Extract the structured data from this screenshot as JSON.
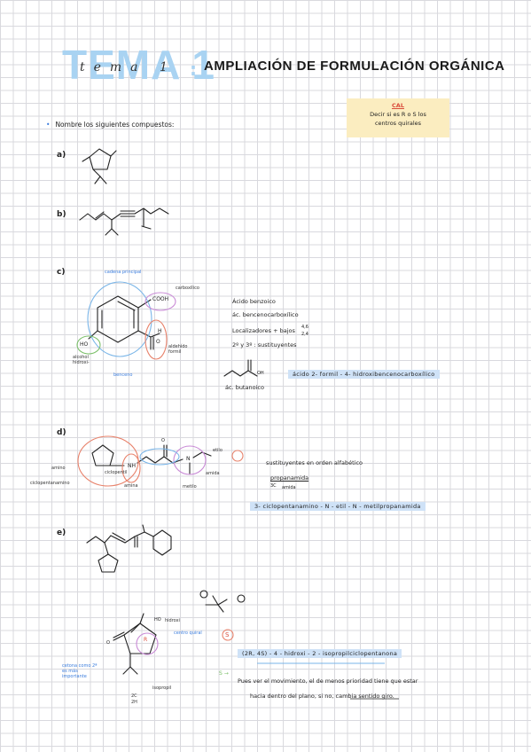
{
  "header": {
    "tema_big": "TEMA 1",
    "tema_small": "tema 1",
    "colon": ":",
    "title": "AMPLIACIÓN DE FORMULACIÓN ORGÁNICA"
  },
  "note": {
    "head": "CAL",
    "line1": "Decir si es  R o S  los",
    "line2": "centros quirales"
  },
  "task": "Nombre los siguientes compuestos:",
  "items": {
    "a": "a)",
    "b": "b)",
    "c": "c)",
    "d": "d)",
    "e": "e)"
  },
  "c": {
    "n1": "Ácido benzoico",
    "n2": "ác. bencenocarboxílico",
    "n3": "Localizadores + bajos",
    "n3a": "4,6",
    "n3b": "2,4",
    "n4": "2º y 3º : sustituyentes",
    "answer": "ácido   2- formil - 4- hidroxibencenocarboxílico",
    "butanoico": "ác. butanoico",
    "annos": {
      "cadena": "cadena principal",
      "cooh": "COOH",
      "carboxilico": "carboxílico",
      "ho": "HO",
      "alcohol": "alcohol hidroxi-",
      "benceno": "benceno",
      "aldehido": "aldehído formil",
      "o": "O",
      "h": "H",
      "oh": "OH"
    }
  },
  "d": {
    "s1": "sustituyentes en orden alfabético",
    "s2": "propanamida",
    "s3": "3C",
    "s4": "amida",
    "answer": "3- ciclopentanamino - N - etil - N - metilpropanamida",
    "annos": {
      "amino": "amino",
      "ciclopentanamino": "ciclopentanamino",
      "ciclopentil": "ciclopentil",
      "amina": "amina",
      "nh": "NH",
      "n": "N",
      "metilo": "metilo",
      "etilo": "etilo",
      "amida": "amida",
      "oxo": "O"
    }
  },
  "f": {
    "answer": "(2R, 4S) - 4 - hidroxi - 2 - isopropilciclopentanona",
    "note1": "Pues ver el movimiento, el de menos prioridad tiene que estar",
    "note2": "hacia dentro del plano, si no, cambia sentido giro.",
    "annos": {
      "hidroxi": "hidroxi",
      "centro": "centro quiral",
      "cetona": "cetona como 2ª es más importante",
      "isopropil": "isopropil",
      "c2": "2C",
      "c2h": "2H",
      "s": "S",
      "r": "R",
      "sarrow": "S →",
      "ho": "HO",
      "o": "O"
    }
  }
}
